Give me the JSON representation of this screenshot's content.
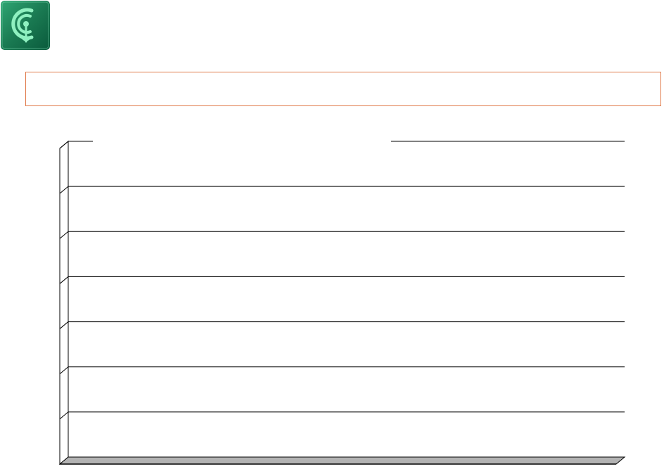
{
  "header": {
    "logo_icon": "medical-eye-logo-icon",
    "title": ""
  },
  "colors": {
    "logo_dark": "#0a5a3c",
    "logo_mid": "#1f8a5e",
    "logo_light": "#6fd9a8",
    "title_border": "#e07a4a",
    "floor": "#b3b3b3"
  },
  "chart_data": {
    "type": "bar",
    "title": "",
    "xlabel": "",
    "ylabel": "",
    "categories": [],
    "series": [],
    "gridlines": 7,
    "grid": true,
    "three_d": true,
    "legend": "none"
  }
}
